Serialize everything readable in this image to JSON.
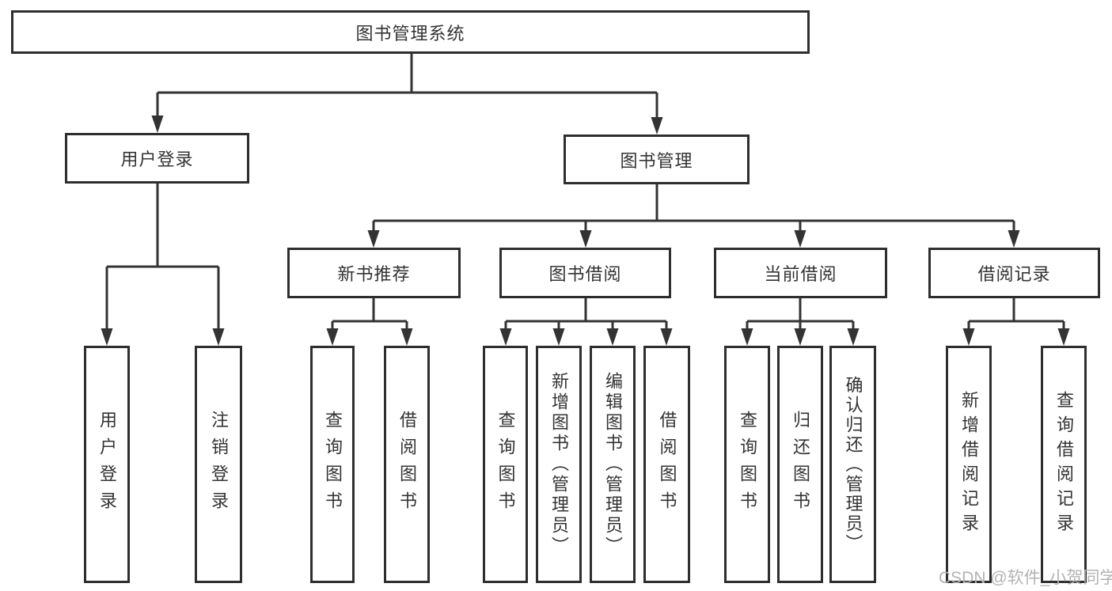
{
  "diagram": {
    "root": {
      "label": "图书管理系统"
    },
    "level2": [
      {
        "id": "user-login",
        "label": "用户登录"
      },
      {
        "id": "book-management",
        "label": "图书管理"
      }
    ],
    "level3": [
      {
        "id": "new-book-recommend",
        "label": "新书推荐"
      },
      {
        "id": "book-borrow",
        "label": "图书借阅"
      },
      {
        "id": "current-borrow",
        "label": "当前借阅"
      },
      {
        "id": "borrow-records",
        "label": "借阅记录"
      }
    ],
    "leaves": [
      {
        "label": "用户登录"
      },
      {
        "label": "注销登录"
      },
      {
        "label": "查询图书"
      },
      {
        "label": "借阅图书"
      },
      {
        "label": "查询图书"
      },
      {
        "label": "新增图书（管理员）"
      },
      {
        "label": "编辑图书（管理员）"
      },
      {
        "label": "借阅图书"
      },
      {
        "label": "查询图书"
      },
      {
        "label": "归还图书"
      },
      {
        "label": "确认归还（管理员）"
      },
      {
        "label": "新增借阅记录"
      },
      {
        "label": "查询借阅记录"
      }
    ]
  },
  "watermark": {
    "text": "CSDN @软件_小贺同学"
  },
  "colors": {
    "line": "#333333",
    "border": "#2e2e2e",
    "text": "#333333",
    "watermark": "#b3b3b3",
    "background": "#ffffff"
  }
}
